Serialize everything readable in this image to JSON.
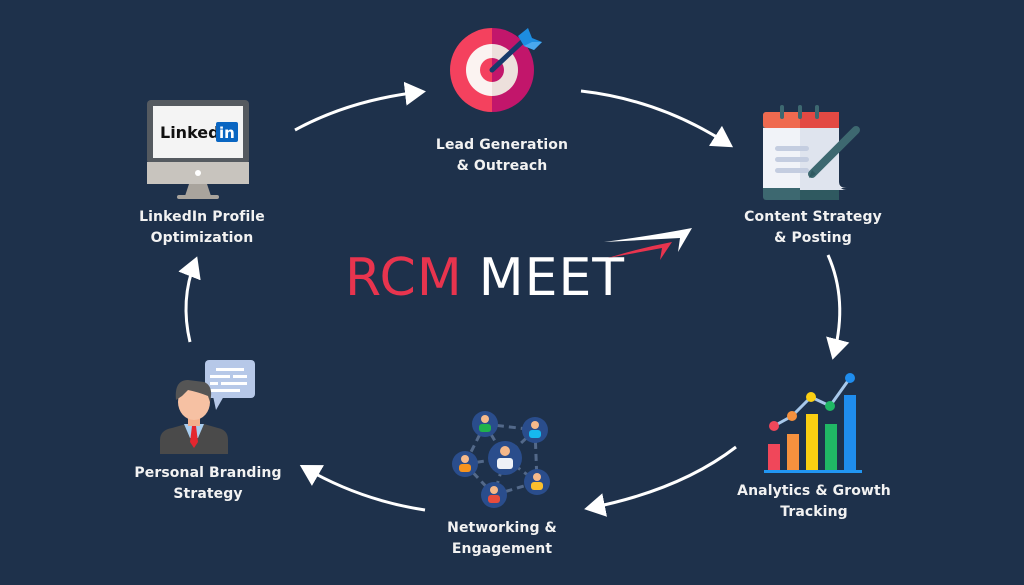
{
  "brand": {
    "part1": "RCM",
    "part2": "MEET",
    "colors": {
      "red": "#e8344e",
      "white": "#ffffff",
      "background": "#1e314b"
    }
  },
  "nodes": [
    {
      "id": "linkedin",
      "icon": "linkedin-monitor-icon",
      "line1": "LinkedIn Profile",
      "line2": "Optimization",
      "screen_text": "Linked",
      "badge_text": "in"
    },
    {
      "id": "lead",
      "icon": "target-dart-icon",
      "line1": "Lead Generation",
      "line2": "& Outreach"
    },
    {
      "id": "content",
      "icon": "notepad-pencil-icon",
      "line1": "Content Strategy",
      "line2": "& Posting"
    },
    {
      "id": "analytics",
      "icon": "bar-chart-growth-icon",
      "line1": "Analytics & Growth",
      "line2": "Tracking"
    },
    {
      "id": "networking",
      "icon": "people-network-icon",
      "line1": "Networking &",
      "line2": "Engagement"
    },
    {
      "id": "branding",
      "icon": "businessman-speech-icon",
      "line1": "Personal Branding",
      "line2": "Strategy"
    }
  ],
  "flow": [
    {
      "from": "linkedin",
      "to": "lead"
    },
    {
      "from": "lead",
      "to": "content"
    },
    {
      "from": "content",
      "to": "analytics"
    },
    {
      "from": "analytics",
      "to": "networking"
    },
    {
      "from": "networking",
      "to": "branding"
    },
    {
      "from": "branding",
      "to": "linkedin"
    }
  ]
}
